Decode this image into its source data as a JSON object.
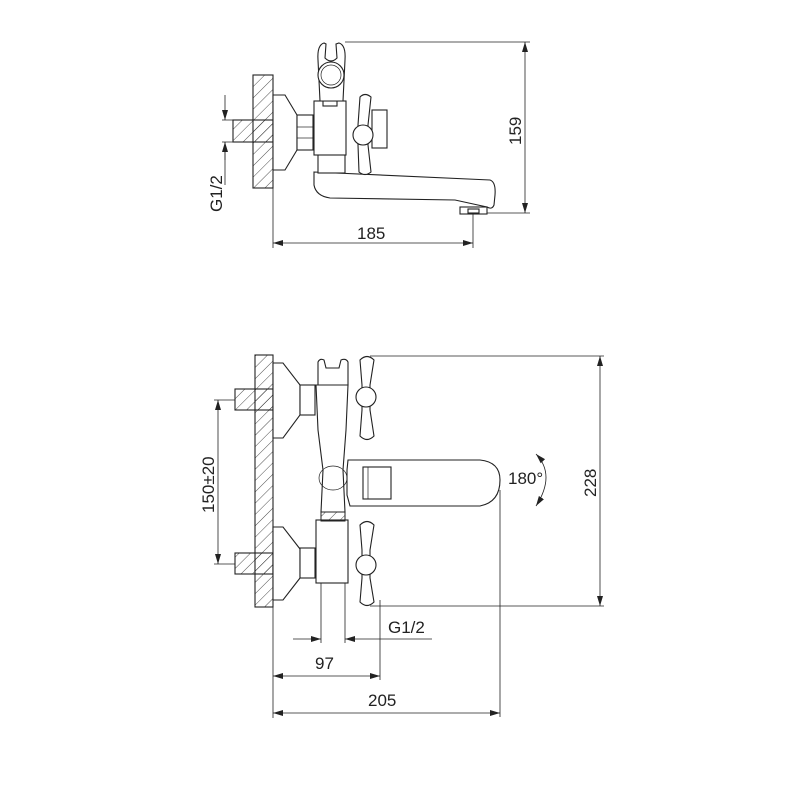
{
  "top_view": {
    "dimensions": {
      "height": "159",
      "width": "185",
      "connection": "G1/2"
    }
  },
  "front_view": {
    "dimensions": {
      "height": "228",
      "width": "205",
      "handle_offset": "97",
      "centers": "150±20",
      "connection": "G1/2",
      "rotation": "180°"
    }
  },
  "colors": {
    "line": "#222222",
    "background": "#ffffff"
  }
}
